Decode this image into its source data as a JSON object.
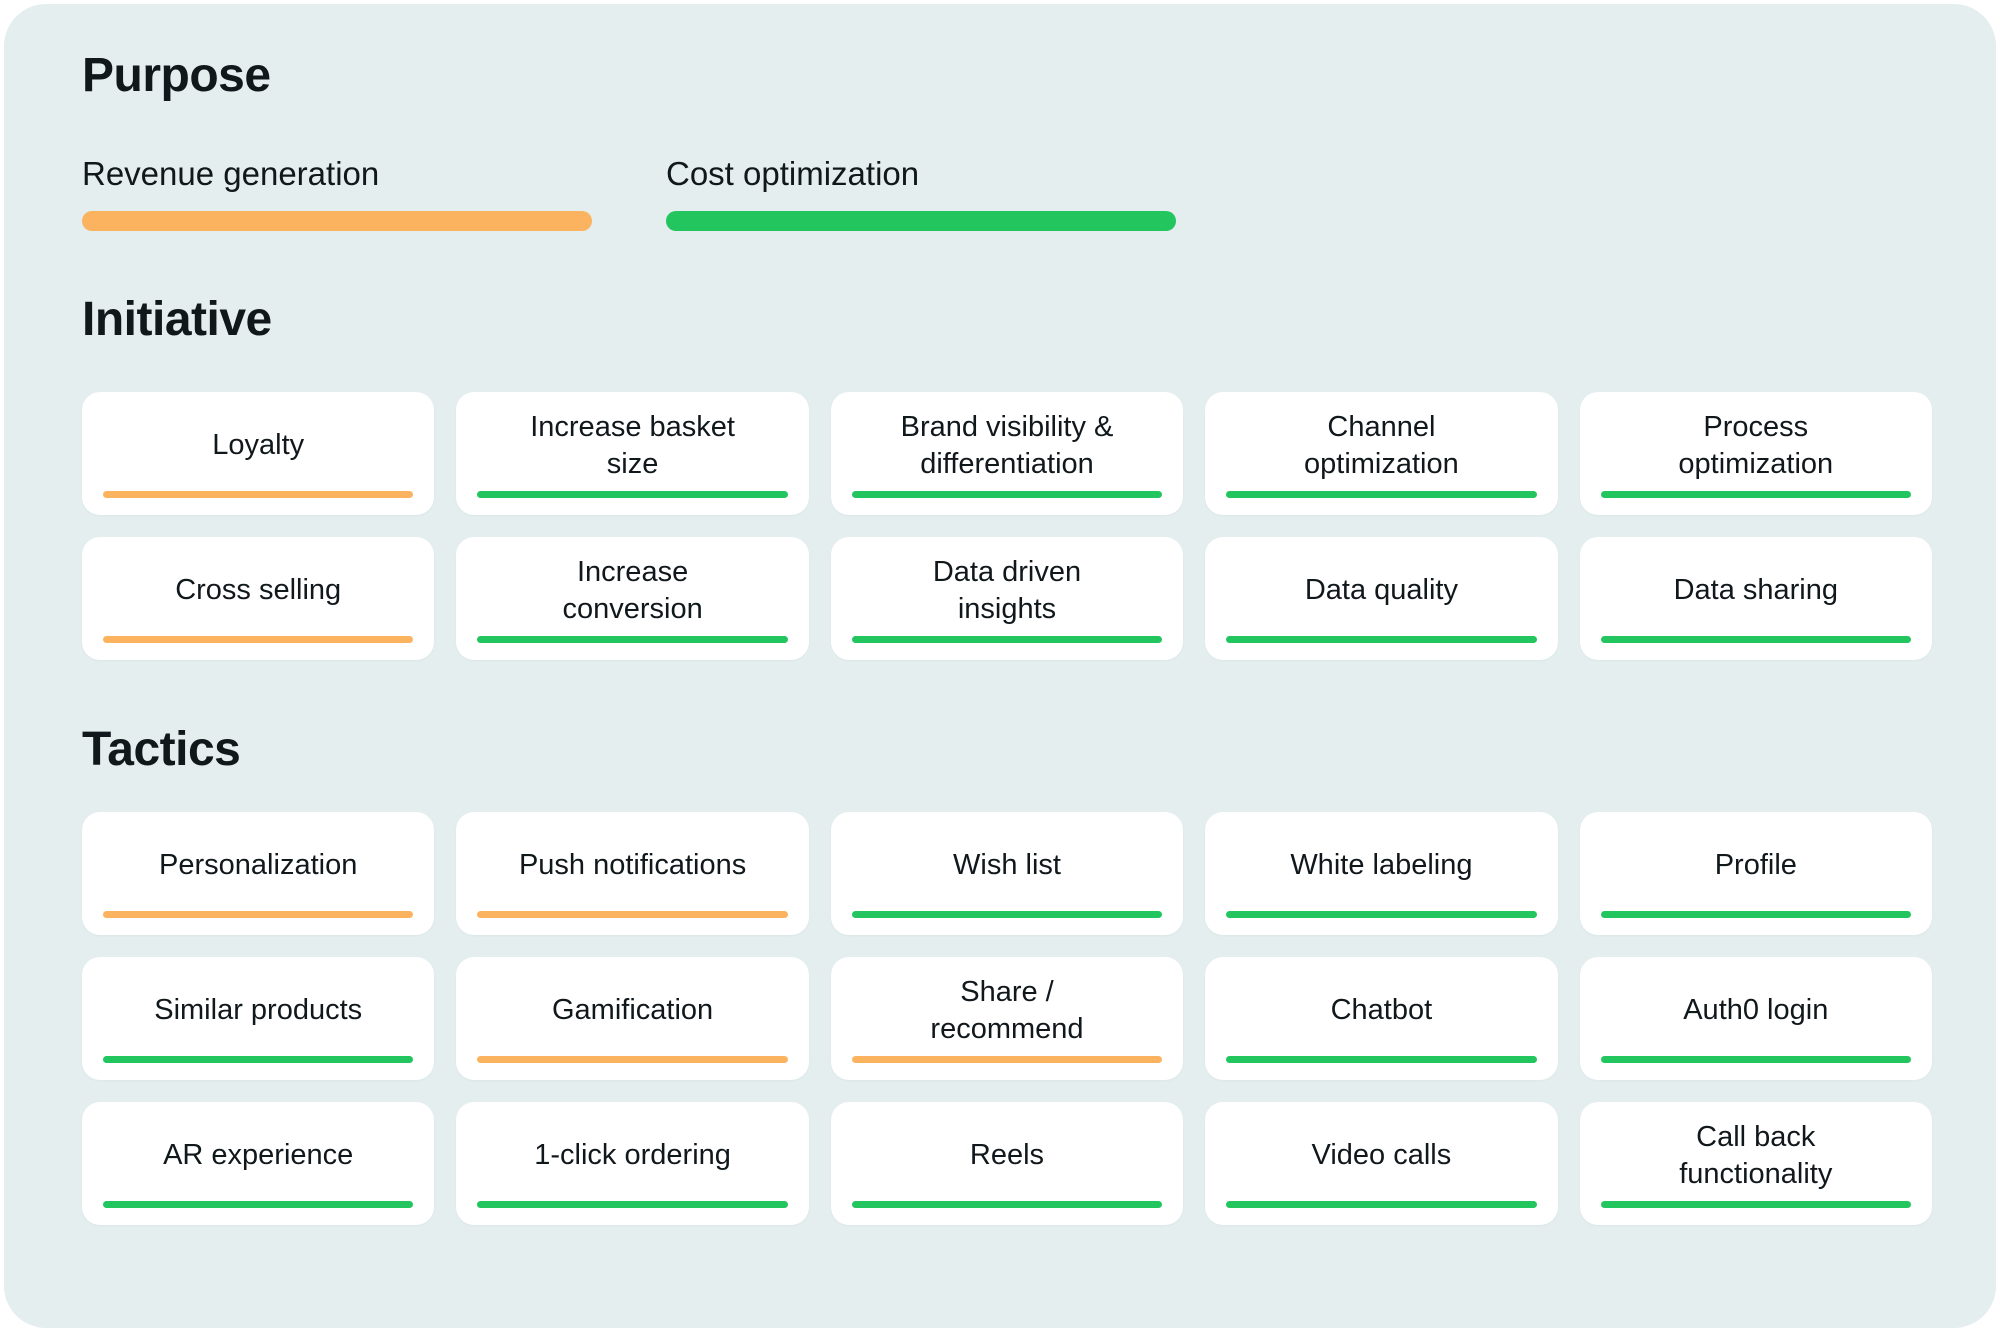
{
  "theme": {
    "background": "#e4eeef",
    "card_background": "#ffffff",
    "text": "#11181c",
    "revenue_color": "#fbb360",
    "cost_color": "#22c55e"
  },
  "purpose": {
    "title": "Purpose",
    "legend": [
      {
        "label": "Revenue generation",
        "color": "#fbb360",
        "key": "revenue"
      },
      {
        "label": "Cost optimization",
        "color": "#22c55e",
        "key": "cost"
      }
    ]
  },
  "initiative": {
    "title": "Initiative",
    "cards": [
      {
        "label": "Loyalty",
        "category": "revenue",
        "color": "#fbb360"
      },
      {
        "label": "Increase basket\nsize",
        "category": "cost",
        "color": "#22c55e"
      },
      {
        "label": "Brand visibility &\ndifferentiation",
        "category": "cost",
        "color": "#22c55e"
      },
      {
        "label": "Channel\noptimization",
        "category": "cost",
        "color": "#22c55e"
      },
      {
        "label": "Process\noptimization",
        "category": "cost",
        "color": "#22c55e"
      },
      {
        "label": "Cross selling",
        "category": "revenue",
        "color": "#fbb360"
      },
      {
        "label": "Increase\nconversion",
        "category": "cost",
        "color": "#22c55e"
      },
      {
        "label": "Data driven\ninsights",
        "category": "cost",
        "color": "#22c55e"
      },
      {
        "label": "Data quality",
        "category": "cost",
        "color": "#22c55e"
      },
      {
        "label": "Data sharing",
        "category": "cost",
        "color": "#22c55e"
      }
    ]
  },
  "tactics": {
    "title": "Tactics",
    "cards": [
      {
        "label": "Personalization",
        "category": "revenue",
        "color": "#fbb360"
      },
      {
        "label": "Push notifications",
        "category": "revenue",
        "color": "#fbb360"
      },
      {
        "label": "Wish list",
        "category": "cost",
        "color": "#22c55e"
      },
      {
        "label": "White labeling",
        "category": "cost",
        "color": "#22c55e"
      },
      {
        "label": "Profile",
        "category": "cost",
        "color": "#22c55e"
      },
      {
        "label": "Similar products",
        "category": "cost",
        "color": "#22c55e"
      },
      {
        "label": "Gamification",
        "category": "revenue",
        "color": "#fbb360"
      },
      {
        "label": "Share /\nrecommend",
        "category": "revenue",
        "color": "#fbb360"
      },
      {
        "label": "Chatbot",
        "category": "cost",
        "color": "#22c55e"
      },
      {
        "label": "Auth0 login",
        "category": "cost",
        "color": "#22c55e"
      },
      {
        "label": "AR experience",
        "category": "cost",
        "color": "#22c55e"
      },
      {
        "label": "1-click ordering",
        "category": "cost",
        "color": "#22c55e"
      },
      {
        "label": "Reels",
        "category": "cost",
        "color": "#22c55e"
      },
      {
        "label": "Video calls",
        "category": "cost",
        "color": "#22c55e"
      },
      {
        "label": "Call back\nfunctionality",
        "category": "cost",
        "color": "#22c55e"
      }
    ]
  }
}
